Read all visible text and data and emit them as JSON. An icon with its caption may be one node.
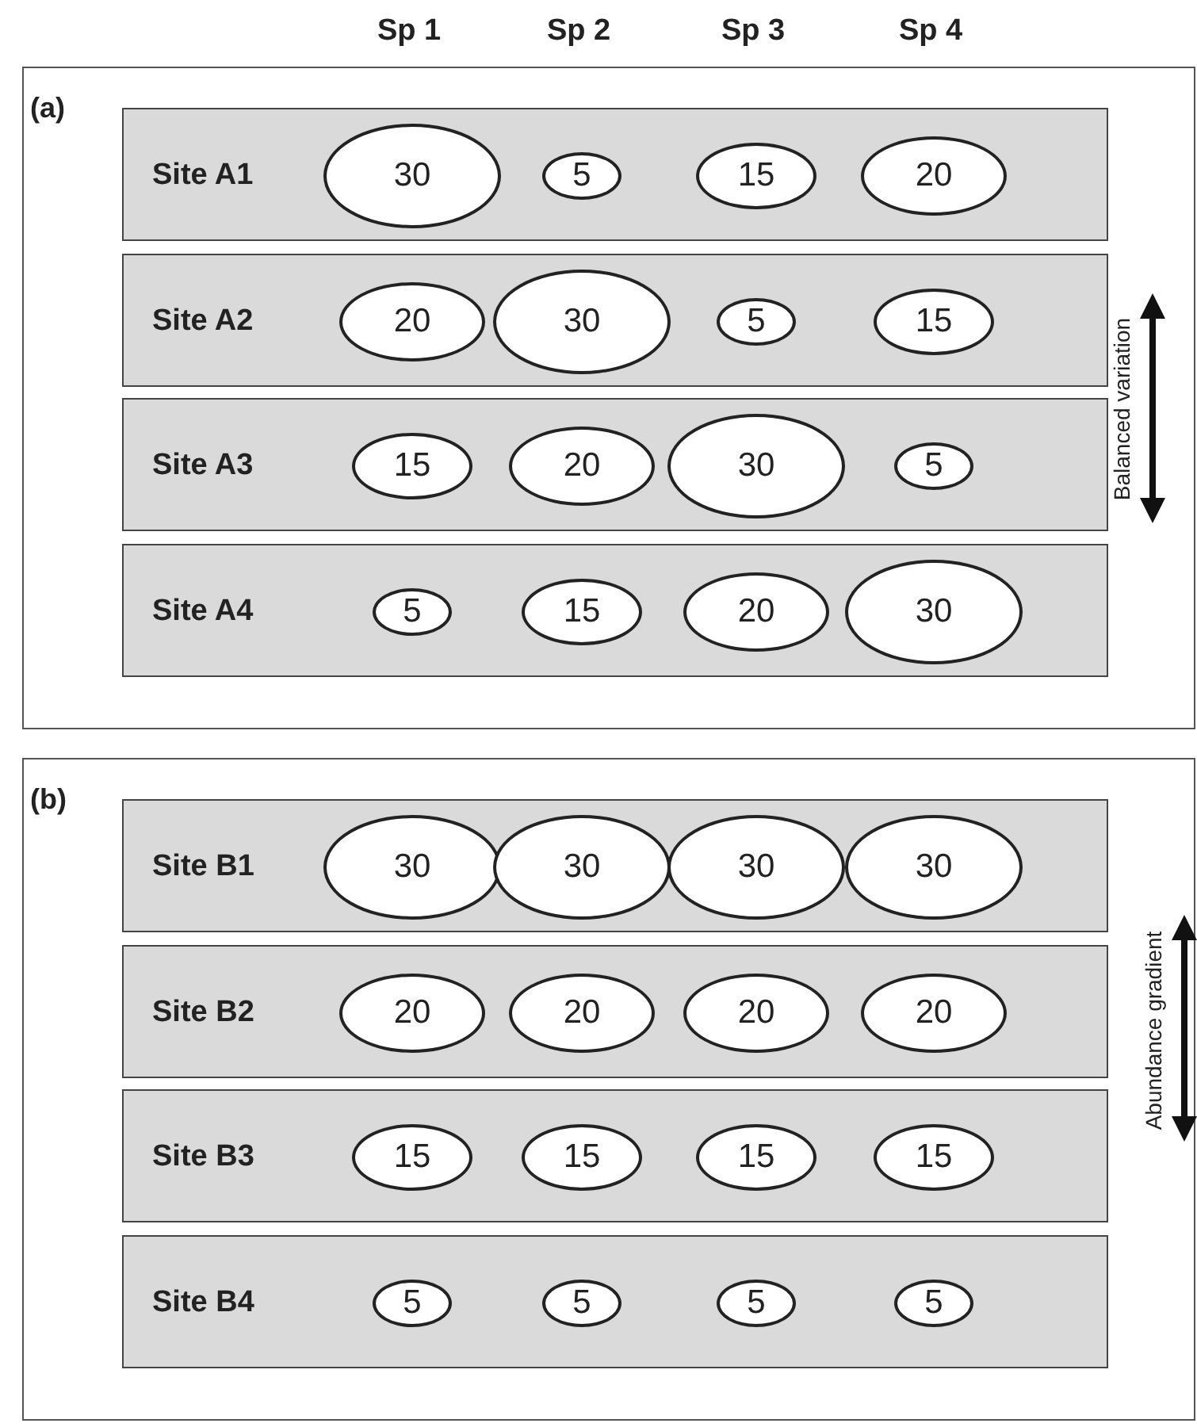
{
  "diagram": {
    "nodes": [
      {
        "text": [
          "(a)"
        ]
      },
      {
        "text": [
          "Site A1"
        ],
        "in": 0
      },
      {
        "text": [
          "30"
        ],
        "in": 1
      },
      {
        "text": [
          "5"
        ],
        "in": 1
      },
      {
        "text": [
          "15"
        ],
        "in": 1
      },
      {
        "text": [
          "20"
        ],
        "in": 1
      },
      {
        "text": [
          "Site A2"
        ],
        "in": 0
      },
      {
        "text": [
          "20"
        ],
        "in": 6
      },
      {
        "text": [
          "30"
        ],
        "in": 6
      },
      {
        "text": [
          "5"
        ],
        "in": 6
      },
      {
        "text": [
          "15"
        ],
        "in": 6
      },
      {
        "text": [
          "Site A3"
        ],
        "in": 0
      },
      {
        "text": [
          "15"
        ],
        "in": 11
      },
      {
        "text": [
          "20"
        ],
        "in": 11
      },
      {
        "text": [
          "30"
        ],
        "in": 11
      },
      {
        "text": [
          "5"
        ],
        "in": 11
      },
      {
        "text": [
          "Site A4"
        ],
        "in": 0
      },
      {
        "text": [
          "5"
        ],
        "in": 16
      },
      {
        "text": [
          "15"
        ],
        "in": 16
      },
      {
        "text": [
          "20"
        ],
        "in": 16
      },
      {
        "text": [
          "30"
        ],
        "in": 16
      },
      {
        "text": [
          "(b)"
        ]
      },
      {
        "text": [
          "Site B1"
        ],
        "in": 21
      },
      {
        "text": [
          "30"
        ],
        "in": 22
      },
      {
        "text": [
          "30"
        ],
        "in": 22
      },
      {
        "text": [
          "30"
        ],
        "in": 22
      },
      {
        "text": [
          "30"
        ],
        "in": 22
      },
      {
        "text": [
          "Site B2"
        ],
        "in": 21
      },
      {
        "text": [
          "20"
        ],
        "in": 27
      },
      {
        "text": [
          "20"
        ],
        "in": 27
      },
      {
        "text": [
          "20"
        ],
        "in": 27
      },
      {
        "text": [
          "20"
        ],
        "in": 27
      },
      {
        "text": [
          "Site B3"
        ],
        "in": 21
      },
      {
        "text": [
          "15"
        ],
        "in": 32
      },
      {
        "text": [
          "15"
        ],
        "in": 32
      },
      {
        "text": [
          "15"
        ],
        "in": 32
      },
      {
        "text": [
          "15"
        ],
        "in": 32
      },
      {
        "text": [
          "Site B4"
        ],
        "in": 21
      },
      {
        "text": [
          "5"
        ],
        "in": 37
      },
      {
        "text": [
          "5"
        ],
        "in": 37
      },
      {
        "text": [
          "5"
        ],
        "in": 37
      },
      {
        "text": [
          "5"
        ],
        "in": 37
      }
    ],
    "labels": [
      "Sp 1",
      "Sp 2",
      "Sp 3",
      "Sp 4",
      "Balanced variation",
      "Abundance gradient"
    ]
  }
}
